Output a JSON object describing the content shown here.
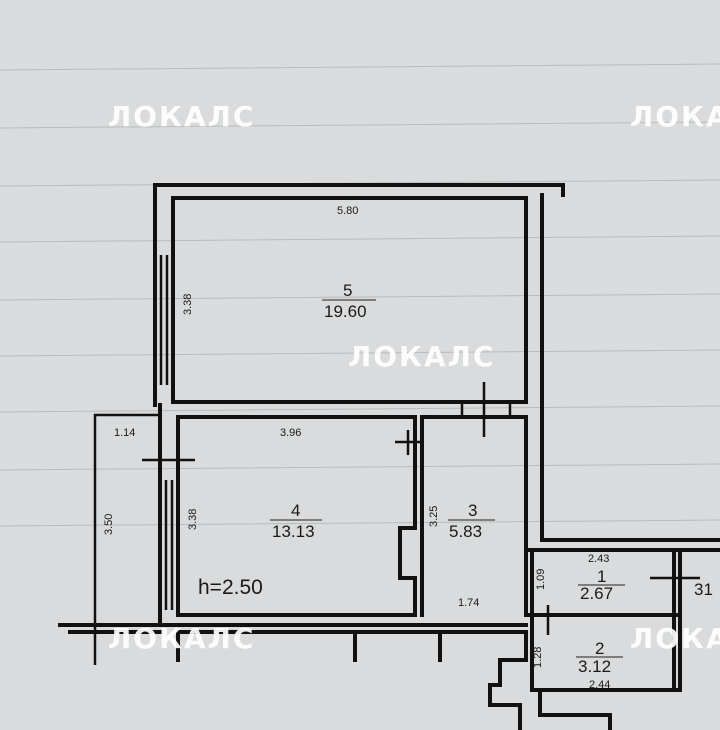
{
  "watermark": "ЛОКАЛС",
  "ceiling_height": "h=2.50",
  "rooms": [
    {
      "number": "5",
      "area": "19.60"
    },
    {
      "number": "4",
      "area": "13.13"
    },
    {
      "number": "3",
      "area": "5.83"
    },
    {
      "number": "1",
      "area": "2.67"
    },
    {
      "number": "2",
      "area": "3.12"
    },
    {
      "number": "31",
      "area": ""
    }
  ],
  "dimensions": {
    "room5_width": "5.80",
    "room5_depth": "3.38",
    "room4_width": "3.96",
    "room4_depth": "3.38",
    "balcony_width": "1.14",
    "balcony_depth": "3.50",
    "room3_depth": "3.25",
    "room3_width": "1.74",
    "room1_width": "2.43",
    "room1_depth": "1.09",
    "room2_depth": "1.28",
    "room2_width": "2.44"
  }
}
